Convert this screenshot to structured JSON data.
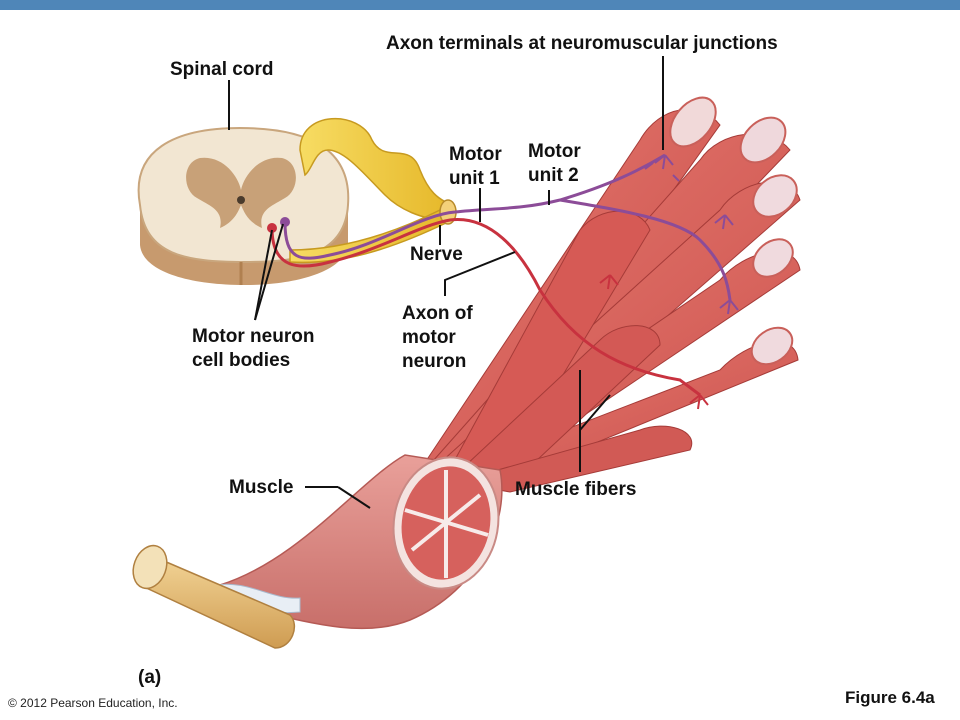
{
  "labels": {
    "axon_terminals": "Axon terminals at neuromuscular junctions",
    "spinal_cord": "Spinal cord",
    "motor_unit_1": "Motor\nunit 1",
    "motor_unit_2": "Motor\nunit 2",
    "nerve": "Nerve",
    "axon_of_motor_neuron": "Axon of\nmotor\nneuron",
    "motor_neuron_cell_bodies": "Motor neuron\ncell bodies",
    "muscle": "Muscle",
    "muscle_fibers": "Muscle fibers",
    "panel": "(a)"
  },
  "footer": {
    "copyright": "© 2012 Pearson Education, Inc.",
    "figure": "Figure 6.4a"
  },
  "colors": {
    "top_bar": "#4f86b8",
    "muscle": "#d9645e",
    "motor_unit_1_axon": "#c8323f",
    "motor_unit_2_axon": "#8c4c98",
    "nerve": "#f0c93c",
    "bone": "#e9c27a"
  }
}
